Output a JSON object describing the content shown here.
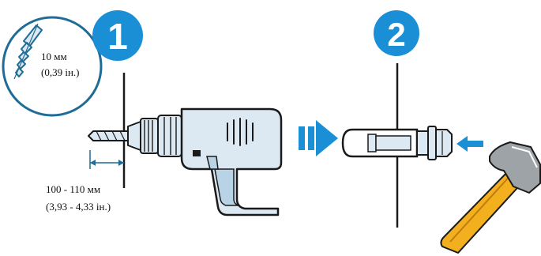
{
  "steps": [
    {
      "number": "1"
    },
    {
      "number": "2"
    }
  ],
  "drill_bit": {
    "diameter_metric": "10 мм",
    "diameter_imperial": "(0,39 ін.)"
  },
  "drill_depth": {
    "metric": "100 - 110 мм",
    "imperial": "(3,93 - 4,33 ін.)"
  },
  "colors": {
    "step_badge": "#1a8fd6",
    "arrow": "#1a8fd6",
    "outline": "#1a1a1a",
    "drill_body": "#dde9f2",
    "drill_handle": "#b9d3e6",
    "hammer_handle": "#f2b01e",
    "hammer_head": "#9ea3a8",
    "circle_stroke": "#1f6c96"
  },
  "icons": [
    "drill-bit-icon",
    "drill-icon",
    "arrow-right-icon",
    "arrow-left-icon",
    "anchor-bolt-icon",
    "hammer-icon"
  ]
}
